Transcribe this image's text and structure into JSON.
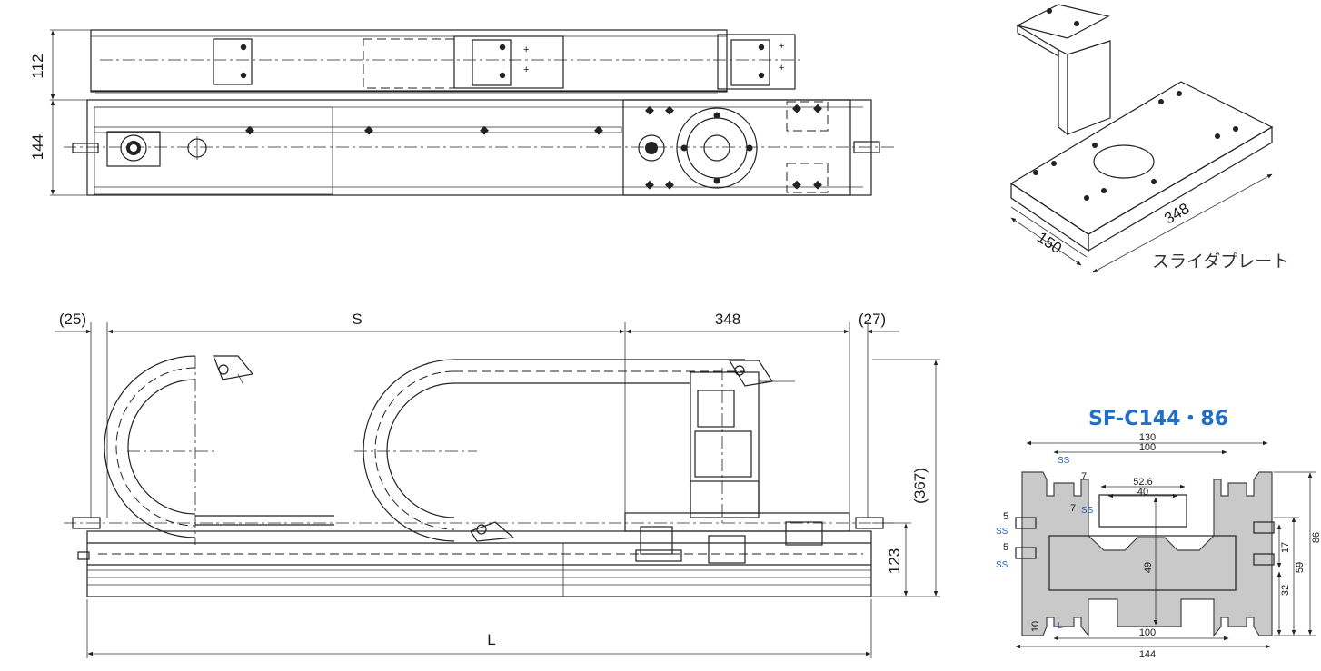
{
  "top_view": {
    "dim_height_upper": "112",
    "dim_height_lower": "144"
  },
  "front_view": {
    "dim_left_offset": "(25)",
    "dim_stroke": "S",
    "dim_slider": "348",
    "dim_right_offset": "(27)",
    "dim_total_height": "(367)",
    "dim_base_height": "123",
    "dim_length": "L"
  },
  "slider_plate": {
    "dim_length": "348",
    "dim_width": "150",
    "label": "スライダプレート"
  },
  "profile": {
    "title": "SF-C144・86",
    "dim_130": "130",
    "dim_100_top": "100",
    "dim_52_6": "52.6",
    "dim_40": "40",
    "dim_7a": "7",
    "dim_7b": "7",
    "dim_5a": "5",
    "dim_5b": "5",
    "dim_49": "49",
    "dim_17": "17",
    "dim_59": "59",
    "dim_86": "86",
    "dim_32": "32",
    "dim_10": "10",
    "dim_100_bottom": "100",
    "dim_144": "144",
    "slot_ss_1": "SS",
    "slot_ss_2": "SS",
    "slot_ss_3": "SS",
    "slot_ss_4": "SS",
    "slot_l": "L"
  }
}
